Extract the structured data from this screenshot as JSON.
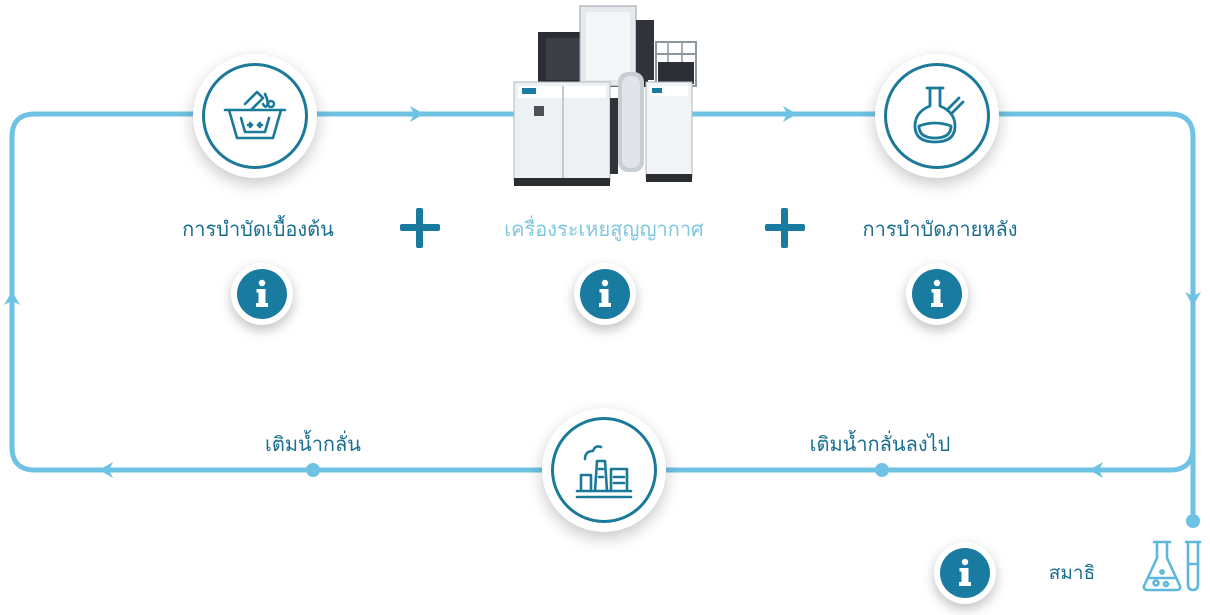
{
  "colors": {
    "loop_line": "#6ec2e3",
    "accent": "#1a7ba0",
    "ring": "#1b7a9a",
    "label_light": "#7ec7e0"
  },
  "steps": {
    "pretreatment": {
      "label": "การบำบัดเบื้องต้น",
      "icon": "pretreatment-tank-icon"
    },
    "evaporator": {
      "label": "เครื่องระเหยสูญญากาศ",
      "icon": "vacuum-evaporator-machine"
    },
    "posttreatment": {
      "label": "การบำบัดภายหลัง",
      "icon": "flask-icon"
    },
    "plant": {
      "icon": "factory-icon"
    }
  },
  "flows": {
    "distillate_left": "เติมน้ำกลั่น",
    "distillate_right": "เติมน้ำกลั่นลงไป"
  },
  "concentrate": {
    "label": "สมาธิ",
    "icon": "lab-glassware-icon"
  },
  "info_icon": {
    "glyph": "i"
  }
}
